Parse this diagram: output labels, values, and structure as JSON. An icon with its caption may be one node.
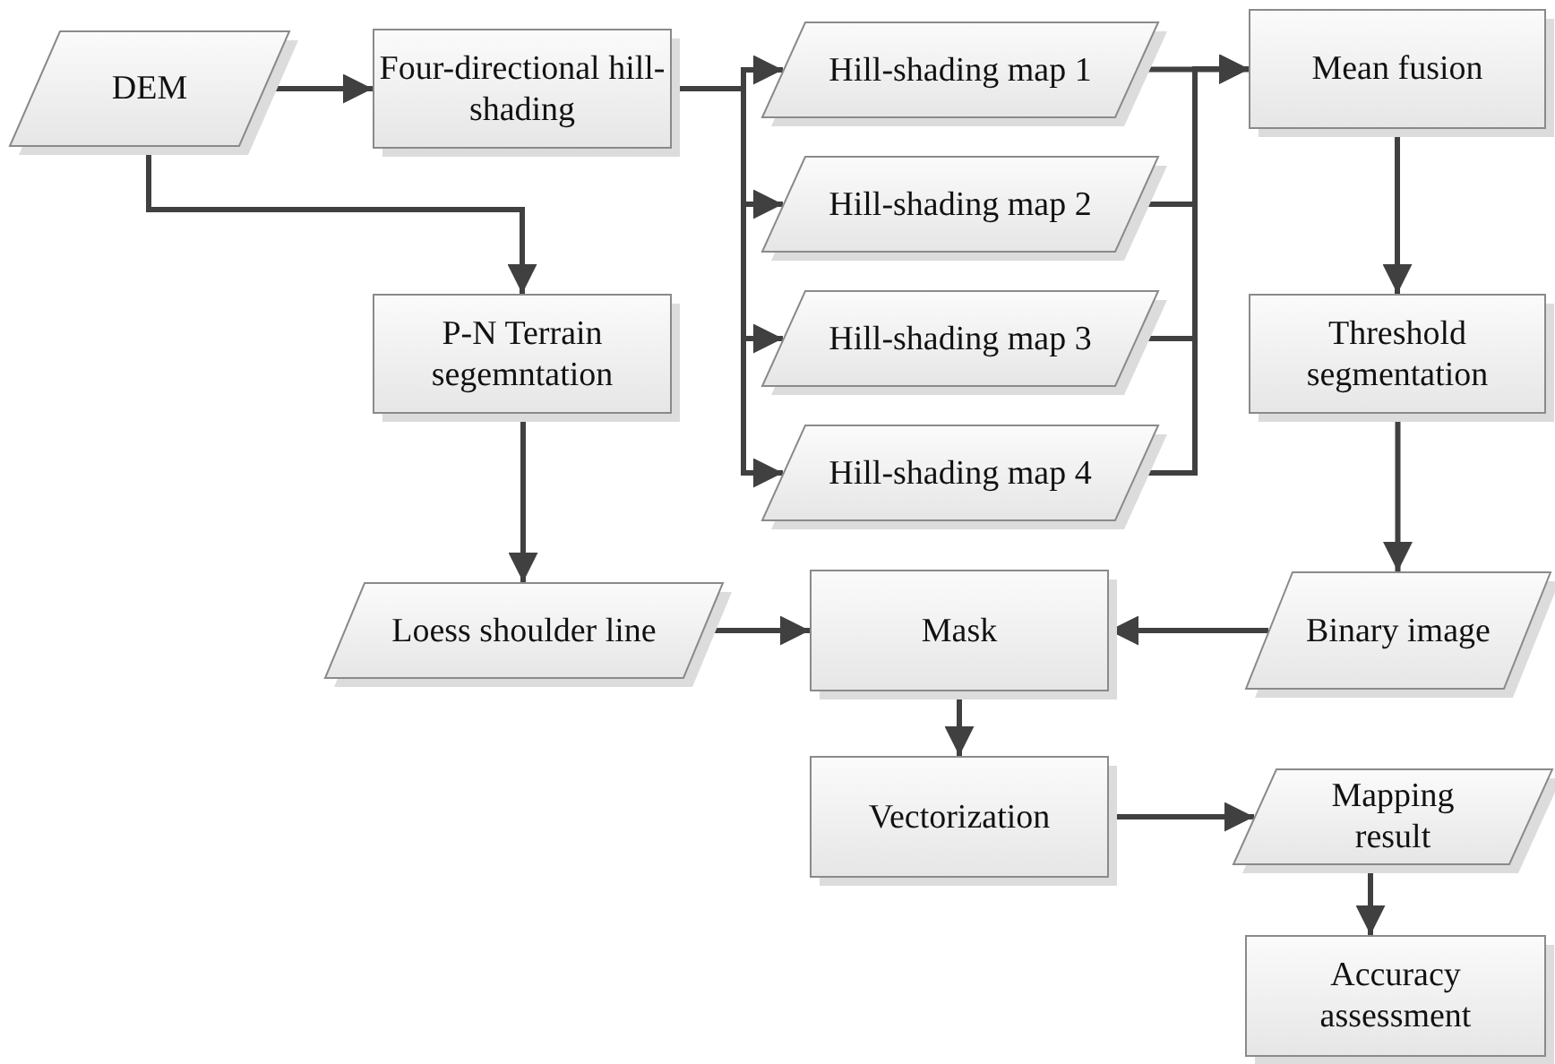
{
  "diagram": {
    "nodes": [
      {
        "text": [
          "DEM"
        ]
      },
      {
        "text": [
          "Four-directional hill-shading"
        ]
      },
      {
        "text": [
          "Hill-shading map 1"
        ]
      },
      {
        "text": [
          "Hill-shading map 2"
        ]
      },
      {
        "text": [
          "Hill-shading map 3"
        ]
      },
      {
        "text": [
          "Hill-shading map 4"
        ]
      },
      {
        "text": [
          "Mean fusion"
        ]
      },
      {
        "text": [
          "P-N Terrain segemntation"
        ]
      },
      {
        "text": [
          "Threshold segmentation"
        ]
      },
      {
        "text": [
          "Loess shoulder line"
        ]
      },
      {
        "text": [
          "Mask"
        ]
      },
      {
        "text": [
          "Binary image"
        ]
      },
      {
        "text": [
          "Vectorization"
        ]
      },
      {
        "text": [
          "Mapping result"
        ]
      },
      {
        "text": [
          "Accuracy assessment"
        ]
      }
    ],
    "edges": [
      {
        "from": 0,
        "to": 1,
        "arrow": "to"
      },
      {
        "from": 0,
        "to": 7,
        "arrow": "to"
      },
      {
        "from": 1,
        "to": 2,
        "arrow": "to"
      },
      {
        "from": 1,
        "to": 3,
        "arrow": "to"
      },
      {
        "from": 1,
        "to": 4,
        "arrow": "to"
      },
      {
        "from": 1,
        "to": 5,
        "arrow": "to"
      },
      {
        "from": 2,
        "to": 6,
        "arrow": "to"
      },
      {
        "from": 3,
        "to": 6,
        "arrow": "to"
      },
      {
        "from": 4,
        "to": 6,
        "arrow": "to"
      },
      {
        "from": 5,
        "to": 6,
        "arrow": "to"
      },
      {
        "from": 6,
        "to": 8,
        "arrow": "to"
      },
      {
        "from": 8,
        "to": 11,
        "arrow": "to"
      },
      {
        "from": 7,
        "to": 9,
        "arrow": "to"
      },
      {
        "from": 9,
        "to": 10,
        "arrow": "to"
      },
      {
        "from": 11,
        "to": 10,
        "arrow": "to"
      },
      {
        "from": 10,
        "to": 12,
        "arrow": "to"
      },
      {
        "from": 12,
        "to": 13,
        "arrow": "to"
      },
      {
        "from": 13,
        "to": 14,
        "arrow": "to"
      }
    ]
  }
}
